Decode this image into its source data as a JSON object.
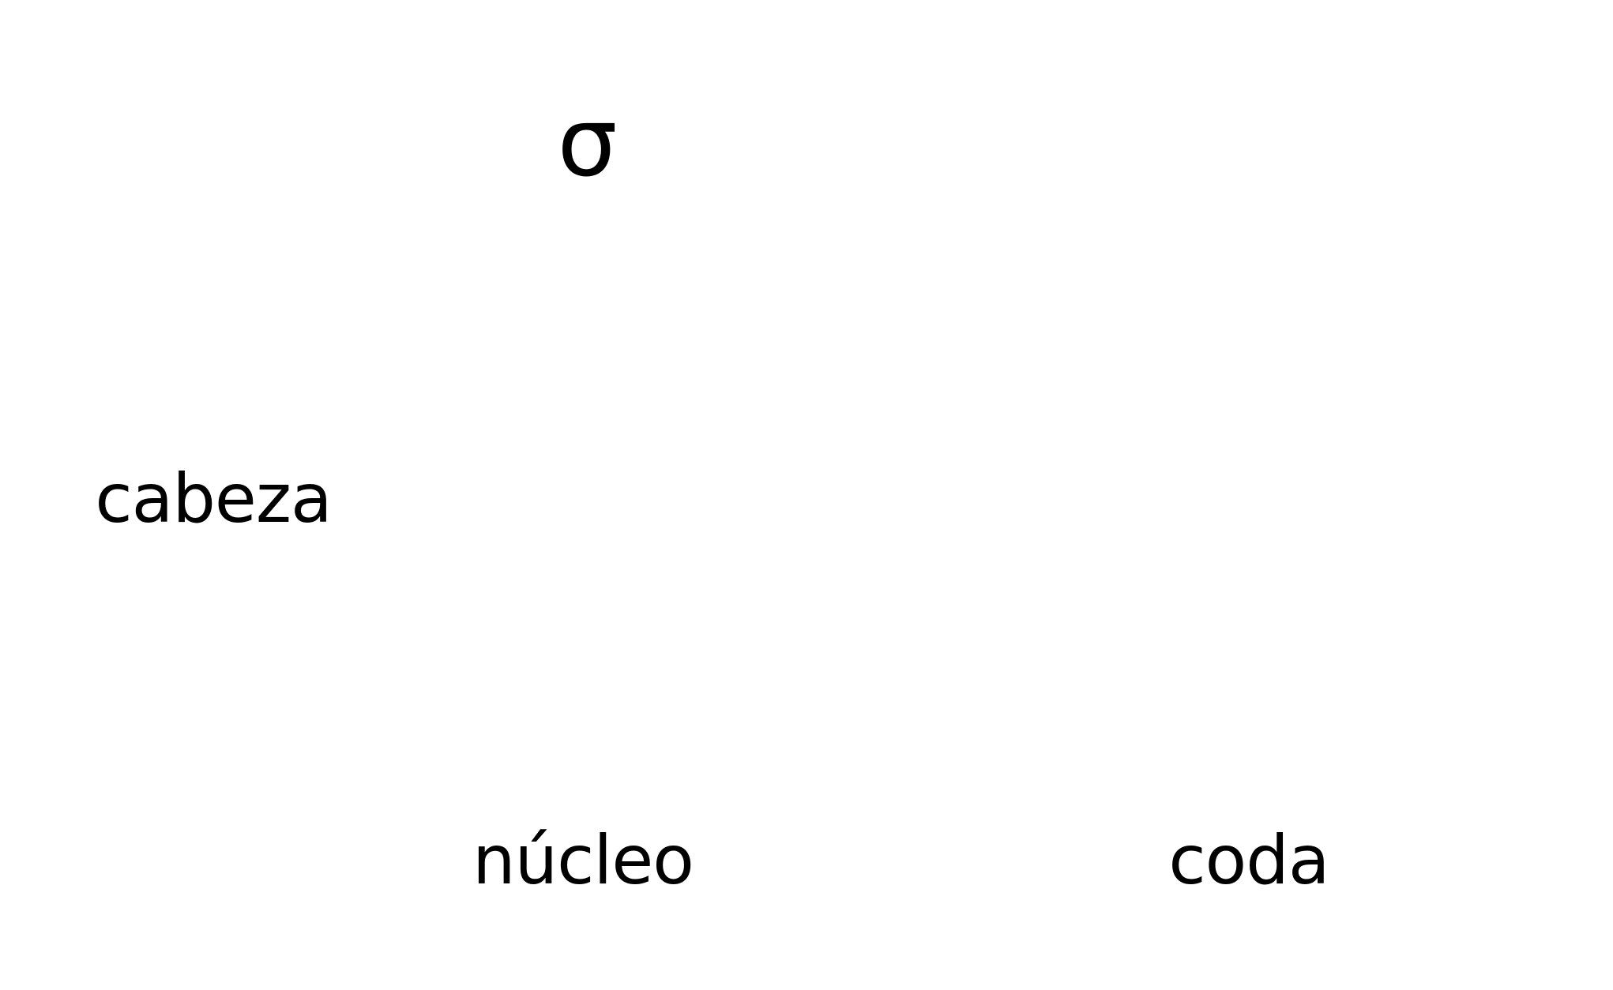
{
  "diagram": {
    "root": {
      "label": "σ"
    },
    "nodes": [
      {
        "id": "onset",
        "label": "cabeza"
      },
      {
        "id": "nucleus",
        "label": "núcleo"
      },
      {
        "id": "coda",
        "label": "coda"
      }
    ]
  }
}
